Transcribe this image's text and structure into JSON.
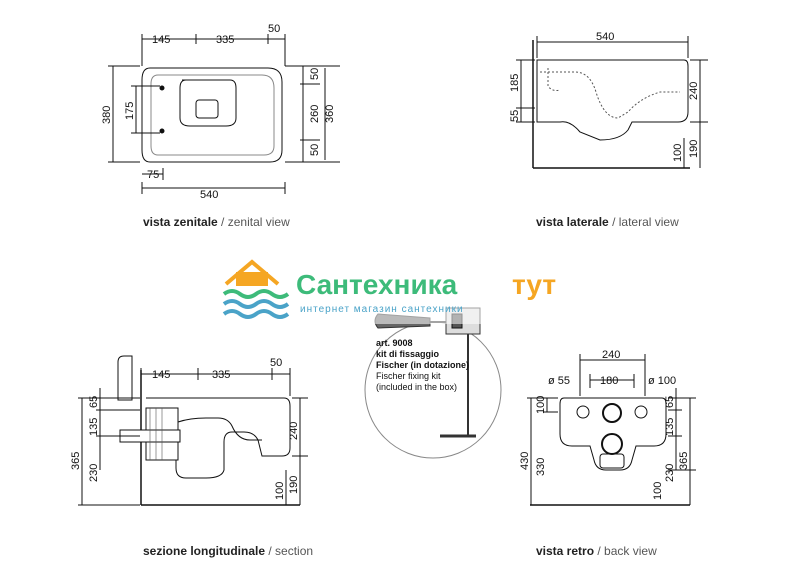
{
  "captions": {
    "zenital_it": "vista zenitale",
    "zenital_en": "/ zenital view",
    "lateral_it": "vista laterale",
    "lateral_en": "/ lateral view",
    "section_it": "sezione longitudinale",
    "section_en": "/ section",
    "back_it": "vista retro",
    "back_en": "/ back view"
  },
  "zenital": {
    "top": [
      "145",
      "335",
      "50"
    ],
    "left": [
      "380",
      "175"
    ],
    "right": [
      "50",
      "260",
      "360",
      "50"
    ],
    "bottom_small": "75",
    "bottom": "540"
  },
  "lateral": {
    "top": "540",
    "left": [
      "185",
      "55"
    ],
    "right": [
      "240",
      "100",
      "190"
    ]
  },
  "section": {
    "top": [
      "145",
      "335",
      "50"
    ],
    "left": [
      "65",
      "135",
      "365",
      "230"
    ],
    "right": [
      "240",
      "100",
      "190"
    ]
  },
  "back": {
    "top": [
      "240",
      "180"
    ],
    "holes": [
      "ø 55",
      "ø 100"
    ],
    "left": [
      "100",
      "430",
      "330"
    ],
    "right": [
      "65",
      "135",
      "365",
      "230",
      "100"
    ]
  },
  "kit": {
    "line1": "art. 9008",
    "line2": "kit di fissaggio",
    "line3": "Fischer (in dotazione)",
    "line4": "Fischer fixing kit",
    "line5": "(included in the box)"
  },
  "watermark": {
    "part1": "Сантехника",
    "part2": "тут",
    "subtitle": "интернет магазин сантехники"
  },
  "colors": {
    "line": "#111111",
    "dashed": "#555555",
    "wm_green": "#3dbb7a",
    "wm_blue": "#4aa3c8",
    "wm_orange": "#f5a623"
  }
}
